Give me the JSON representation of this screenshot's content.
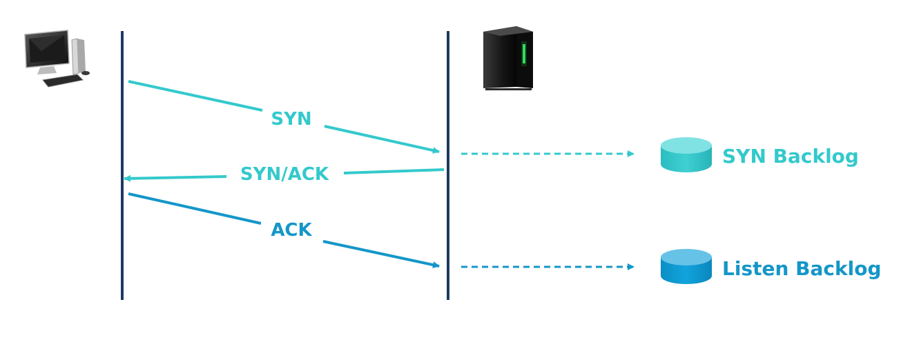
{
  "colors": {
    "lifeline": "#1f3864",
    "syn": "#33c9cc",
    "ack": "#1496c8",
    "syn_db_top": "#80e2e3",
    "syn_db_body": "#33c9cc",
    "listen_db_top": "#66c2e6",
    "listen_db_body": "#0d9bd4",
    "background": "#ffffff"
  },
  "icons": {
    "client": "desktop-computer-icon",
    "server": "server-tower-icon",
    "syn_queue": "database-cylinder-icon",
    "listen_queue": "database-cylinder-icon"
  },
  "messages": {
    "syn": "SYN",
    "syn_ack": "SYN/ACK",
    "ack": "ACK"
  },
  "queues": {
    "syn_backlog": "SYN Backlog",
    "listen_backlog": "Listen Backlog"
  }
}
